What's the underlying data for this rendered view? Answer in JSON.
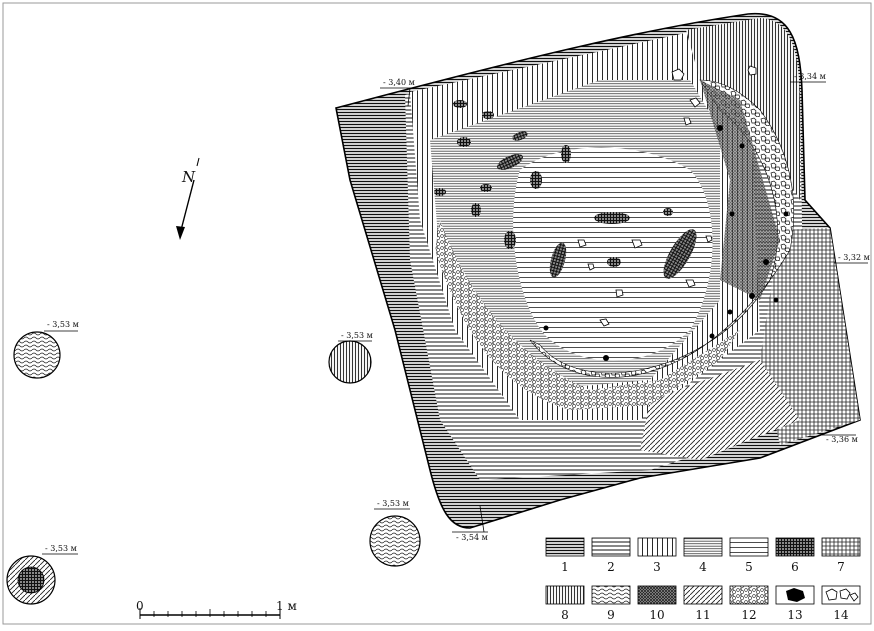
{
  "north": {
    "label": "N"
  },
  "depth_labels": [
    {
      "id": "nw",
      "text": "- 3,40 м"
    },
    {
      "id": "ne",
      "text": "- 3,34 м"
    },
    {
      "id": "e",
      "text": "- 3,32 м"
    },
    {
      "id": "se",
      "text": "- 3,36 м"
    },
    {
      "id": "s",
      "text": "- 3,54 м"
    },
    {
      "id": "pit1",
      "text": "- 3,53 м"
    },
    {
      "id": "pit2",
      "text": "- 3,53 м"
    },
    {
      "id": "pit3",
      "text": "- 3,53 м"
    },
    {
      "id": "pit4",
      "text": "- 3,53 м"
    }
  ],
  "scale_bar": {
    "start": "0",
    "end": "1 м"
  },
  "legend": [
    {
      "num": "1",
      "pattern": "h-dense"
    },
    {
      "num": "2",
      "pattern": "h-medium"
    },
    {
      "num": "3",
      "pattern": "v-lines"
    },
    {
      "num": "4",
      "pattern": "h-fine"
    },
    {
      "num": "5",
      "pattern": "h-sparse"
    },
    {
      "num": "6",
      "pattern": "cross-dark"
    },
    {
      "num": "7",
      "pattern": "grid"
    },
    {
      "num": "8",
      "pattern": "v-dense"
    },
    {
      "num": "9",
      "pattern": "wave"
    },
    {
      "num": "10",
      "pattern": "cross-dense"
    },
    {
      "num": "11",
      "pattern": "diag"
    },
    {
      "num": "12",
      "pattern": "pebbles"
    },
    {
      "num": "13",
      "pattern": "black-stone"
    },
    {
      "num": "14",
      "pattern": "white-stones"
    }
  ]
}
